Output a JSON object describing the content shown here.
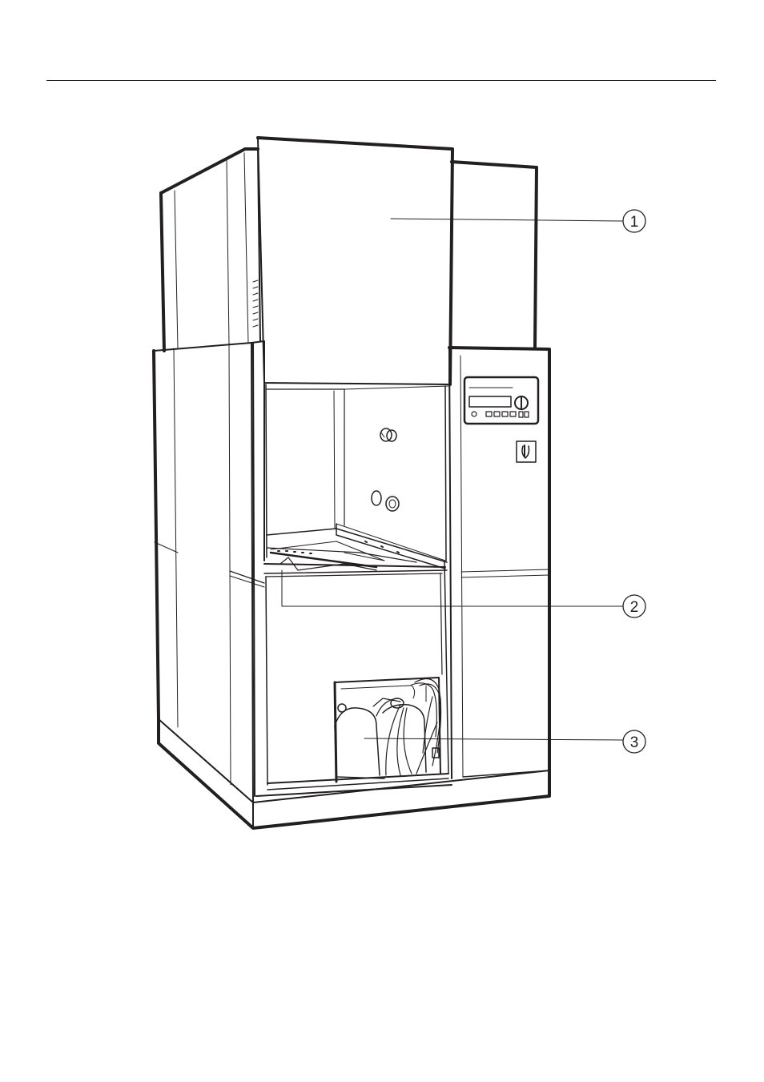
{
  "figure": {
    "subject": "dishwasher-front-view",
    "callouts": [
      {
        "id": "1",
        "label": "1",
        "part": "lid"
      },
      {
        "id": "2",
        "label": "2",
        "part": "wash-rack"
      },
      {
        "id": "3",
        "label": "3",
        "part": "detergent-container"
      }
    ],
    "control_panel": {
      "icon": "rotary-knob-and-buttons"
    },
    "main_switch": {
      "icon": "main-switch-icon"
    },
    "colors": {
      "ink": "#231f20",
      "paper": "#ffffff"
    }
  }
}
